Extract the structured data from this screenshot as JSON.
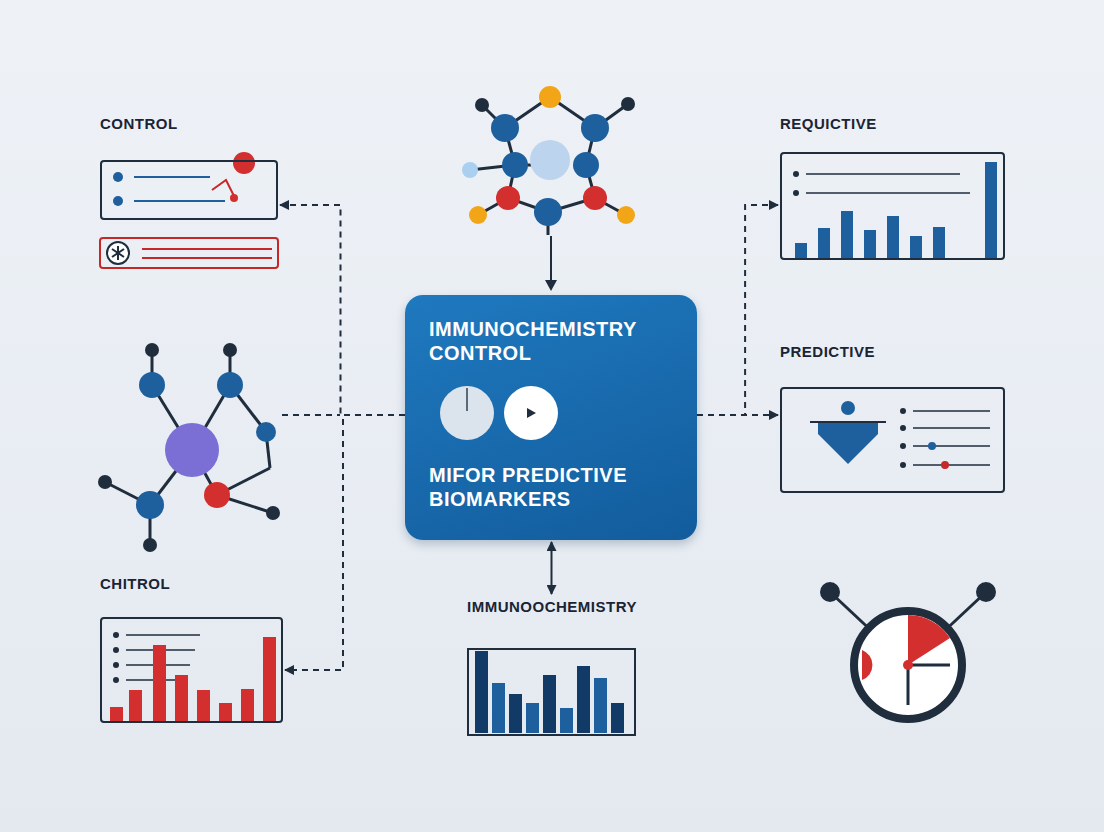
{
  "diagram": {
    "nodes": [
      {
        "text": [
          "CONTROL"
        ]
      },
      {
        "text": [
          "REQUICTIVE"
        ]
      },
      {
        "text": [
          "IMMUNOCHEMISTRY CONTROL",
          "MIFOR PREDICTIVE BIOMARKERS"
        ]
      },
      {
        "text": [
          "PREDICTIVE"
        ]
      },
      {
        "text": [
          "CHITROL"
        ]
      },
      {
        "text": [
          "IMMUNOOCHEMISTRY"
        ]
      }
    ],
    "edges": [
      {
        "from": 2,
        "to": 0,
        "arrow": "to"
      },
      {
        "from": 2,
        "to": 4,
        "arrow": "to"
      },
      {
        "from": 2,
        "to": 1,
        "arrow": "to"
      },
      {
        "from": 2,
        "to": 3,
        "arrow": "to"
      },
      {
        "from": 2,
        "to": 5,
        "arrow": "both"
      }
    ]
  }
}
